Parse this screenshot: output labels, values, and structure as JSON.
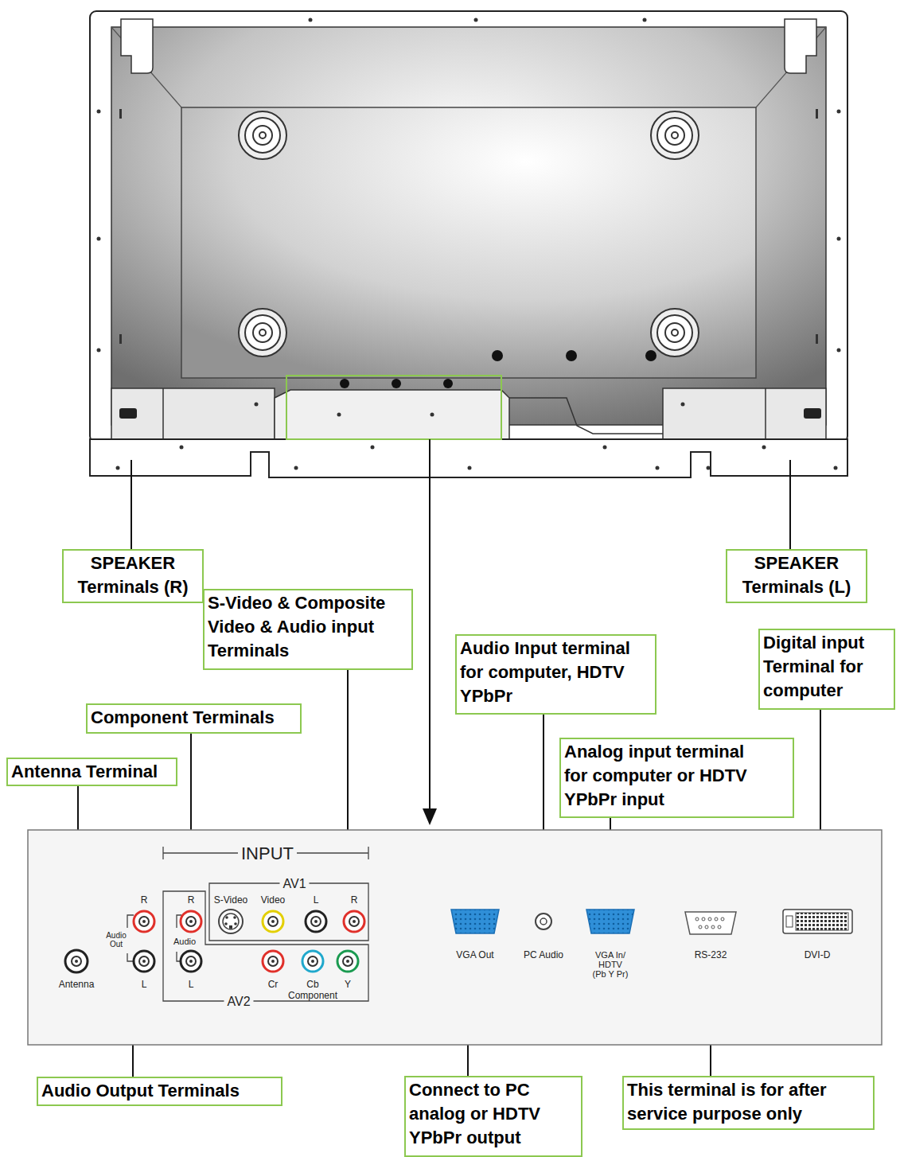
{
  "diagram": {
    "nodes": [
      {
        "text": [
          "SPEAKER Terminals (R)"
        ]
      },
      {
        "text": [
          "SPEAKER Terminals (L)"
        ]
      },
      {
        "text": [
          "S-Video & Composite Video & Audio input Terminals"
        ]
      },
      {
        "text": [
          "Audio Input terminal for computer, HDTV YPbPr"
        ]
      },
      {
        "text": [
          "Digital input Terminal for computer"
        ]
      },
      {
        "text": [
          "Component Terminals"
        ]
      },
      {
        "text": [
          "Analog input terminal for computer or HDTV YPbPr input"
        ]
      },
      {
        "text": [
          "Antenna Terminal"
        ]
      },
      {
        "text": [
          "Audio Output Terminals"
        ]
      },
      {
        "text": [
          "Connect to PC analog or HDTV YPbPr output"
        ]
      },
      {
        "text": [
          "This terminal is for after service purpose only"
        ]
      }
    ],
    "labels": [
      "INPUT",
      "AV1",
      "R",
      "R",
      "S-Video",
      "Video",
      "L",
      "R",
      "Audio Out",
      "Audio",
      "Antenna",
      "L",
      "L",
      "Cr",
      "Cb",
      "Y",
      "Component",
      "AV2",
      "VGA Out",
      "PC Audio",
      "VGA In/ HDTV (Pb Y Pr)",
      "RS-232",
      "DVI-D"
    ]
  }
}
